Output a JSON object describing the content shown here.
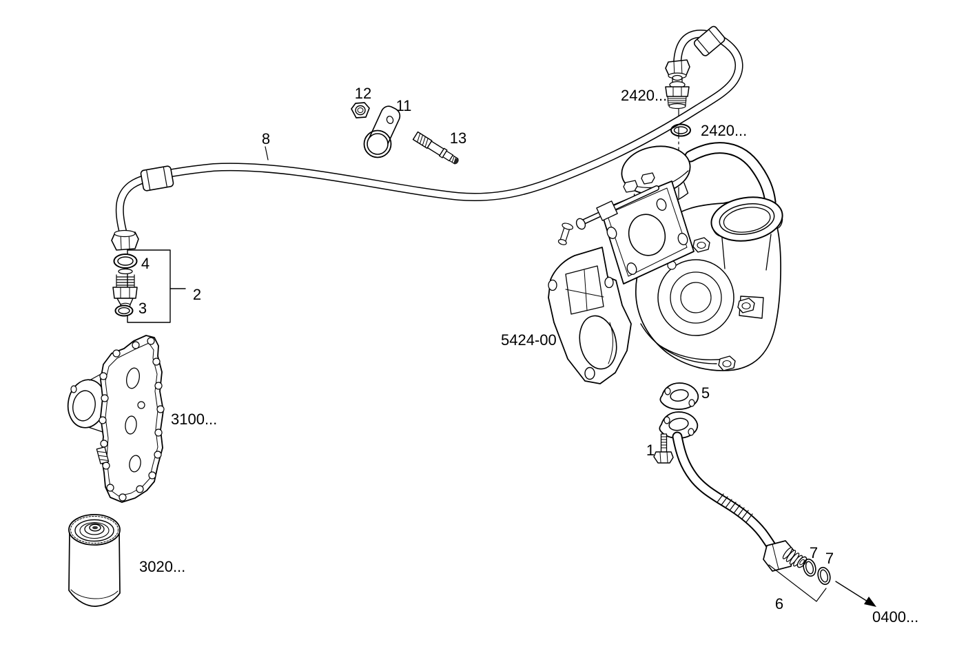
{
  "figure": {
    "code": "5424-00"
  },
  "callouts": {
    "c1": "1",
    "c2": "2",
    "c3": "3",
    "c4": "4",
    "c5": "5",
    "c6": "6",
    "c7a": "7",
    "c7b": "7",
    "c8": "8",
    "c11": "11",
    "c12": "12",
    "c13": "13"
  },
  "references": {
    "fitting": "2420...",
    "gasket": "2420...",
    "oil_cooler": "3100...",
    "oil_filter": "3020...",
    "next_figure": "0400..."
  },
  "colors": {
    "line": "#000000",
    "background": "#ffffff"
  }
}
